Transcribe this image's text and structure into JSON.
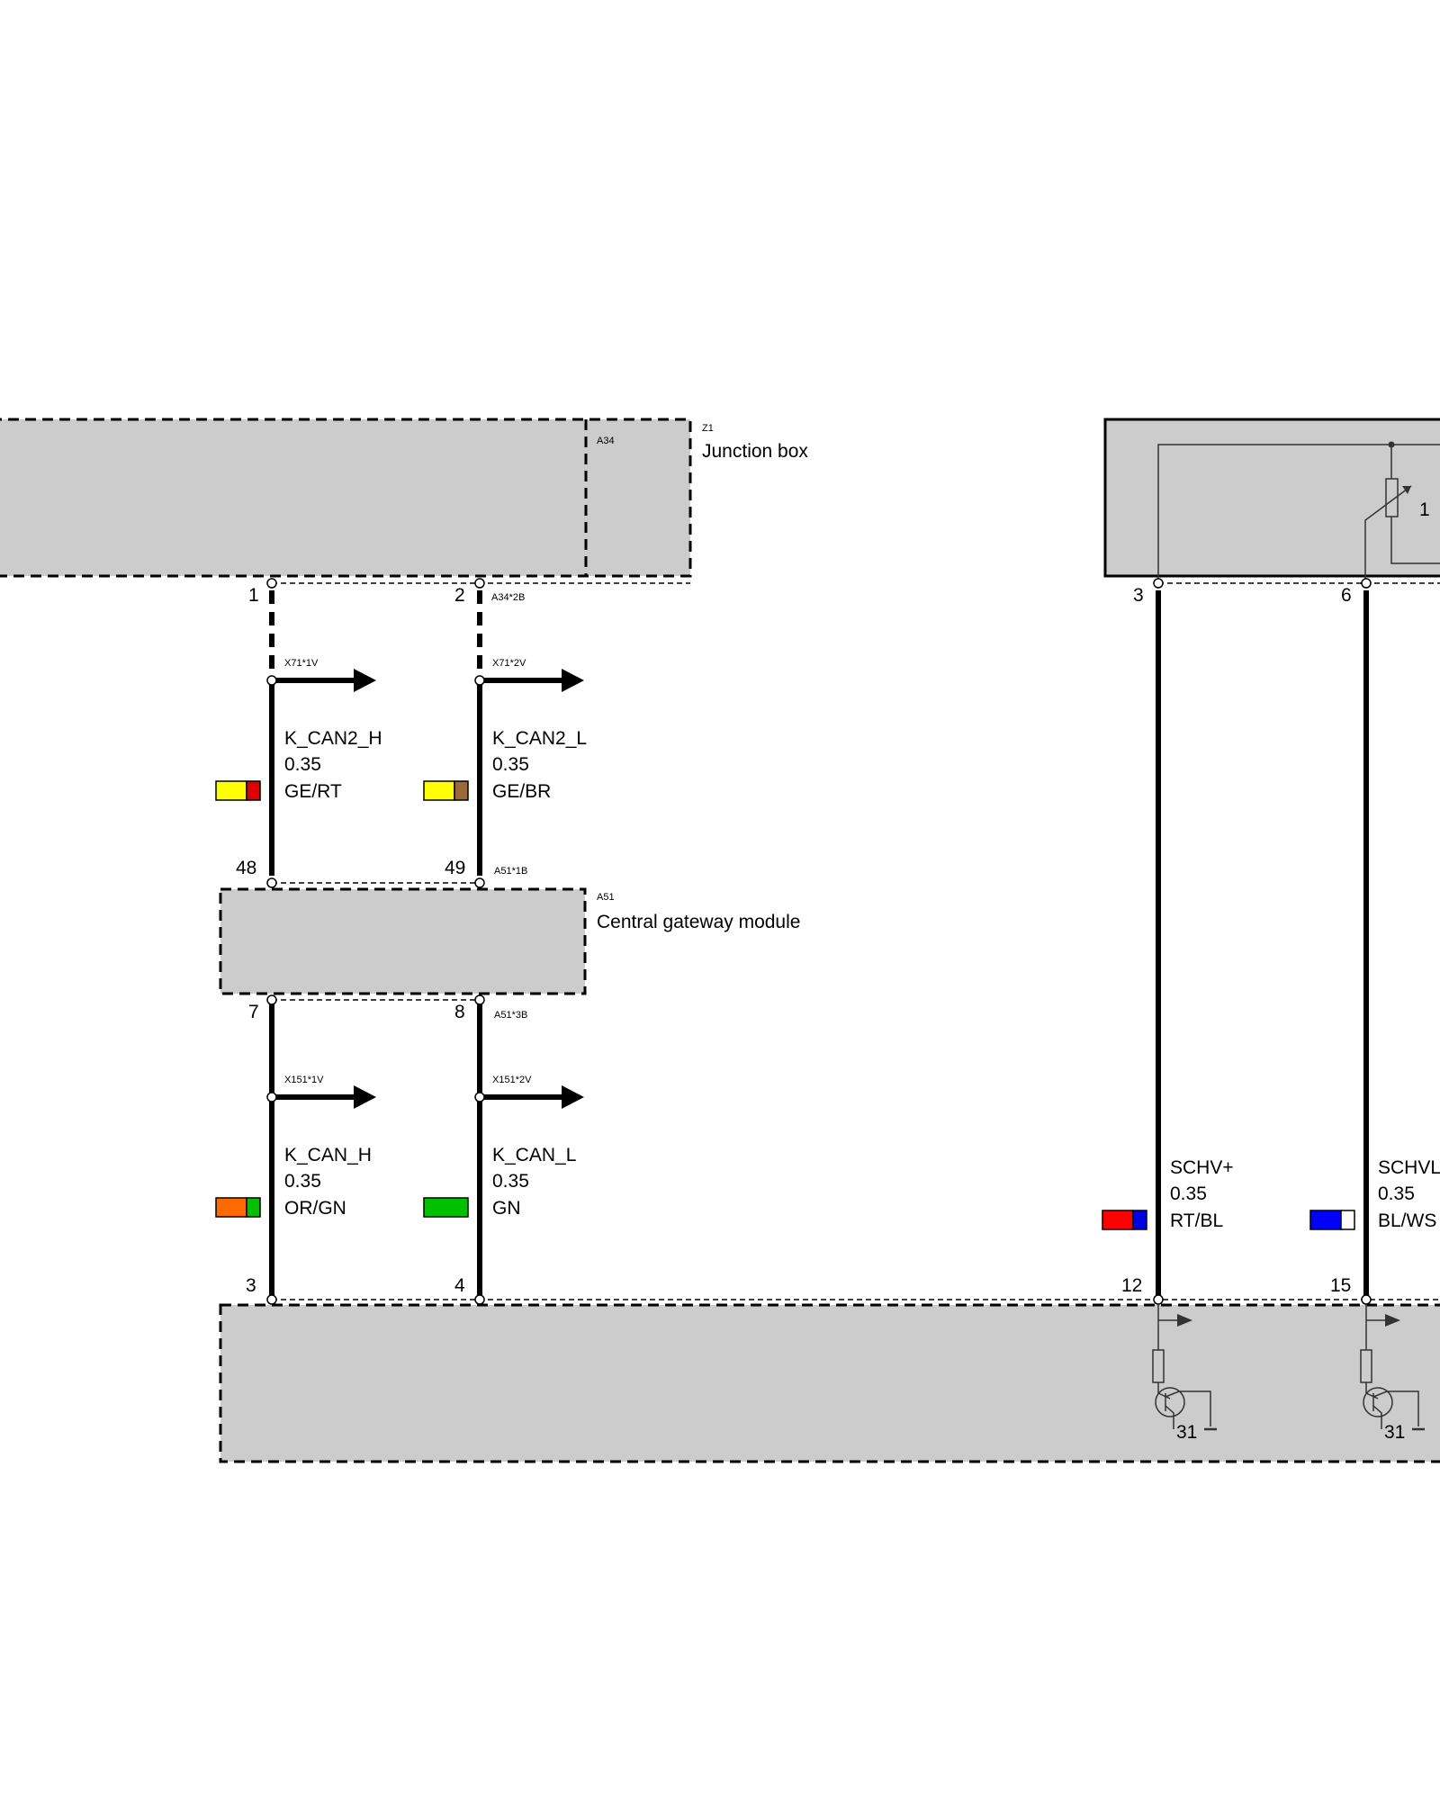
{
  "components": {
    "junction_box": {
      "ref": "Z1",
      "name": "Junction box",
      "sub_ref": "A34"
    },
    "gateway": {
      "ref": "A51",
      "name": "Central gateway module"
    },
    "right_module": {
      "pot_label": "1"
    }
  },
  "connectors": {
    "a34": "A34*2B",
    "x71_1": "X71*1V",
    "x71_2": "X71*2V",
    "a51_1": "A51*1B",
    "a51_3": "A51*3B",
    "x151_1": "X151*1V",
    "x151_2": "X151*2V"
  },
  "pins": {
    "jb_1": "1",
    "jb_2": "2",
    "gw_48": "48",
    "gw_49": "49",
    "gw_7": "7",
    "gw_8": "8",
    "bot_3": "3",
    "bot_4": "4",
    "rm_3": "3",
    "rm_6": "6",
    "bot_12": "12",
    "bot_15": "15"
  },
  "wires": {
    "k_can2_h": {
      "signal": "K_CAN2_H",
      "size": "0.35",
      "color_code": "GE/RT",
      "colors": [
        "#ffff00",
        "#e00000"
      ]
    },
    "k_can2_l": {
      "signal": "K_CAN2_L",
      "size": "0.35",
      "color_code": "GE/BR",
      "colors": [
        "#ffff00",
        "#9a6a3a"
      ]
    },
    "k_can_h": {
      "signal": "K_CAN_H",
      "size": "0.35",
      "color_code": "OR/GN",
      "colors": [
        "#ff6a00",
        "#00c000"
      ]
    },
    "k_can_l": {
      "signal": "K_CAN_L",
      "size": "0.35",
      "color_code": "GN",
      "colors": [
        "#00c000",
        "#00c000"
      ]
    },
    "schv_plus": {
      "signal": "SCHV+",
      "size": "0.35",
      "color_code": "RT/BL",
      "colors": [
        "#ff0000",
        "#0000e0"
      ]
    },
    "schvl": {
      "signal": "SCHVL",
      "size": "0.35",
      "color_code": "BL/WS",
      "colors": [
        "#0000ff",
        "#ffffff"
      ]
    }
  },
  "ground": {
    "label_a": "31",
    "label_b": "31"
  },
  "colors": {
    "box_fill": "#cccccc",
    "line": "#000000"
  }
}
